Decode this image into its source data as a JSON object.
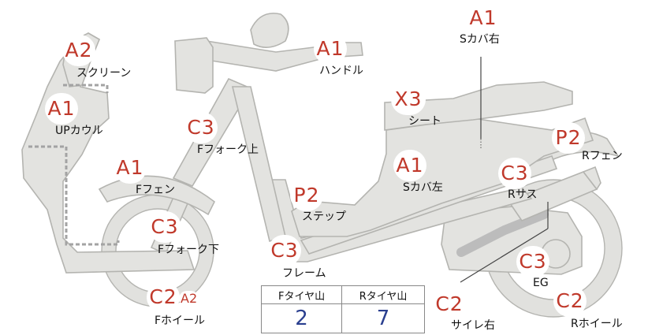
{
  "parts": [
    {
      "key": "screen",
      "grade": "A2",
      "label": "スクリーン"
    },
    {
      "key": "up_cowl",
      "grade": "A1",
      "label": "UPカウル"
    },
    {
      "key": "front_fender",
      "grade": "A1",
      "label": "Fフェン"
    },
    {
      "key": "front_fork_lower",
      "grade": "C3",
      "label": "Fフォーク下"
    },
    {
      "key": "front_wheel",
      "grade": "C2",
      "grade_extra": "A2",
      "label": "Fホイール"
    },
    {
      "key": "front_fork_upper",
      "grade": "C3",
      "label": "Fフォーク上"
    },
    {
      "key": "handle",
      "grade": "A1",
      "label": "ハンドル"
    },
    {
      "key": "frame",
      "grade": "C3",
      "label": "フレーム"
    },
    {
      "key": "step",
      "grade": "P2",
      "label": "ステップ"
    },
    {
      "key": "left_cover",
      "grade": "A1",
      "label": "Sカバ左"
    },
    {
      "key": "seat",
      "grade": "X3",
      "label": "シート"
    },
    {
      "key": "right_cover",
      "grade": "A1",
      "label": "Sカバ右"
    },
    {
      "key": "rear_fender",
      "grade": "P2",
      "label": "Rフェン"
    },
    {
      "key": "rear_suspension",
      "grade": "C3",
      "label": "Rサス"
    },
    {
      "key": "engine",
      "grade": "C3",
      "label": "EG"
    },
    {
      "key": "muffler_right",
      "grade": "C2",
      "label": "サイレ右"
    },
    {
      "key": "rear_wheel",
      "grade": "C2",
      "label": "Rホイール"
    }
  ],
  "tread": {
    "front_header": "Fタイヤ山",
    "rear_header": "Rタイヤ山",
    "front_value": "2",
    "rear_value": "7"
  },
  "colors": {
    "grade_text": "#c0392b",
    "tread_value": "#2a3f8f",
    "part_fill": "#e3e3e0",
    "part_outline": "#b4b4b0"
  }
}
